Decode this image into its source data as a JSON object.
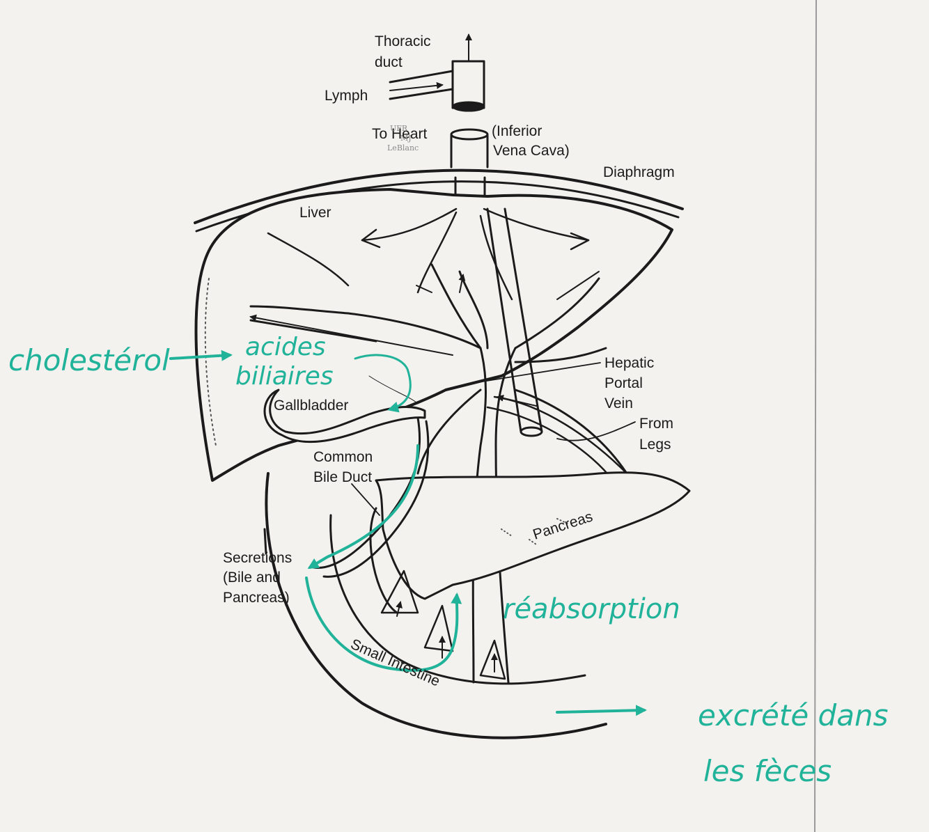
{
  "labels": {
    "thoracic_duct_line1": "Thoracic",
    "thoracic_duct_line2": "duct",
    "lymph": "Lymph",
    "to_heart": "To Heart",
    "inferior_line1": "(Inferior",
    "inferior_line2": "Vena Cava)",
    "diaphragm": "Diaphragm",
    "liver": "Liver",
    "hepatic_line1": "Hepatic",
    "hepatic_line2": "Portal",
    "hepatic_line3": "Vein",
    "from_legs_line1": "From",
    "from_legs_line2": "Legs",
    "gallbladder": "Gallbladder",
    "common_bile_line1": "Common",
    "common_bile_line2": "Bile Duct",
    "pancreas": "Pancreas",
    "secretions_line1": "Secretions",
    "secretions_line2": "(Bile and",
    "secretions_line3": "Pancreas)",
    "small_intestine": "Small Intestine"
  },
  "annotations": {
    "cholesterol": "cholestérol",
    "acides_line1": "acides",
    "acides_line2": "biliaires",
    "reabsorption": "réabsorption",
    "excrete_line1": "excrété dans",
    "excrete_line2": "les fèces"
  },
  "stamp": {
    "line1": "UFR",
    "line2": "MJ",
    "line3": "LeBlanc"
  },
  "colors": {
    "ink": "#1b1b1b",
    "annotation": "#21b39a",
    "paper": "#f3f2ee"
  }
}
